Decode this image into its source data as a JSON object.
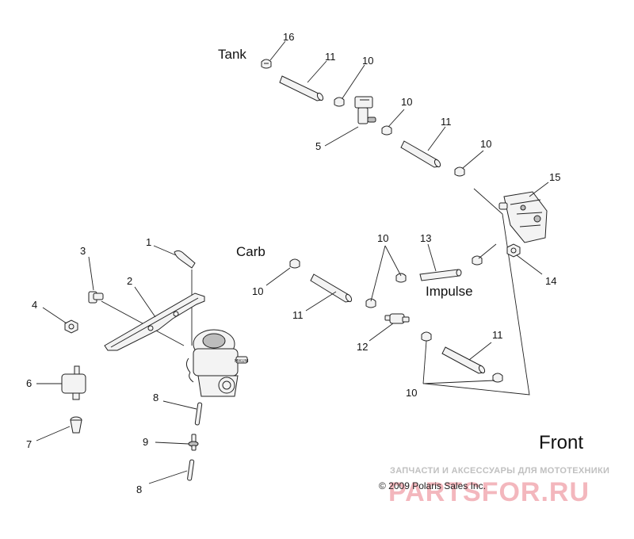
{
  "labels": {
    "tank": "Tank",
    "carb": "Carb",
    "impulse": "Impulse",
    "front": "Front"
  },
  "callouts": {
    "c16": "16",
    "c11_top": "11",
    "c10_top": "10",
    "c10_a": "10",
    "c11_mid": "11",
    "c10_b": "10",
    "c15": "15",
    "c5": "5",
    "c1": "1",
    "c3": "3",
    "c2": "2",
    "c4": "4",
    "c6": "6",
    "c7": "7",
    "c8_a": "8",
    "c9": "9",
    "c8_b": "8",
    "c10_carb": "10",
    "c11_carb": "11",
    "c10_mid": "10",
    "c13": "13",
    "c14": "14",
    "c12": "12",
    "c11_low": "11",
    "c10_low": "10"
  },
  "watermark": {
    "caption": "ЗАПЧАСТИ И АКСЕССУАРЫ ДЛЯ МОТОТЕХНИКИ",
    "brand": "PARTSFOR.RU"
  },
  "copyright": "© 2009 Polaris Sales Inc."
}
